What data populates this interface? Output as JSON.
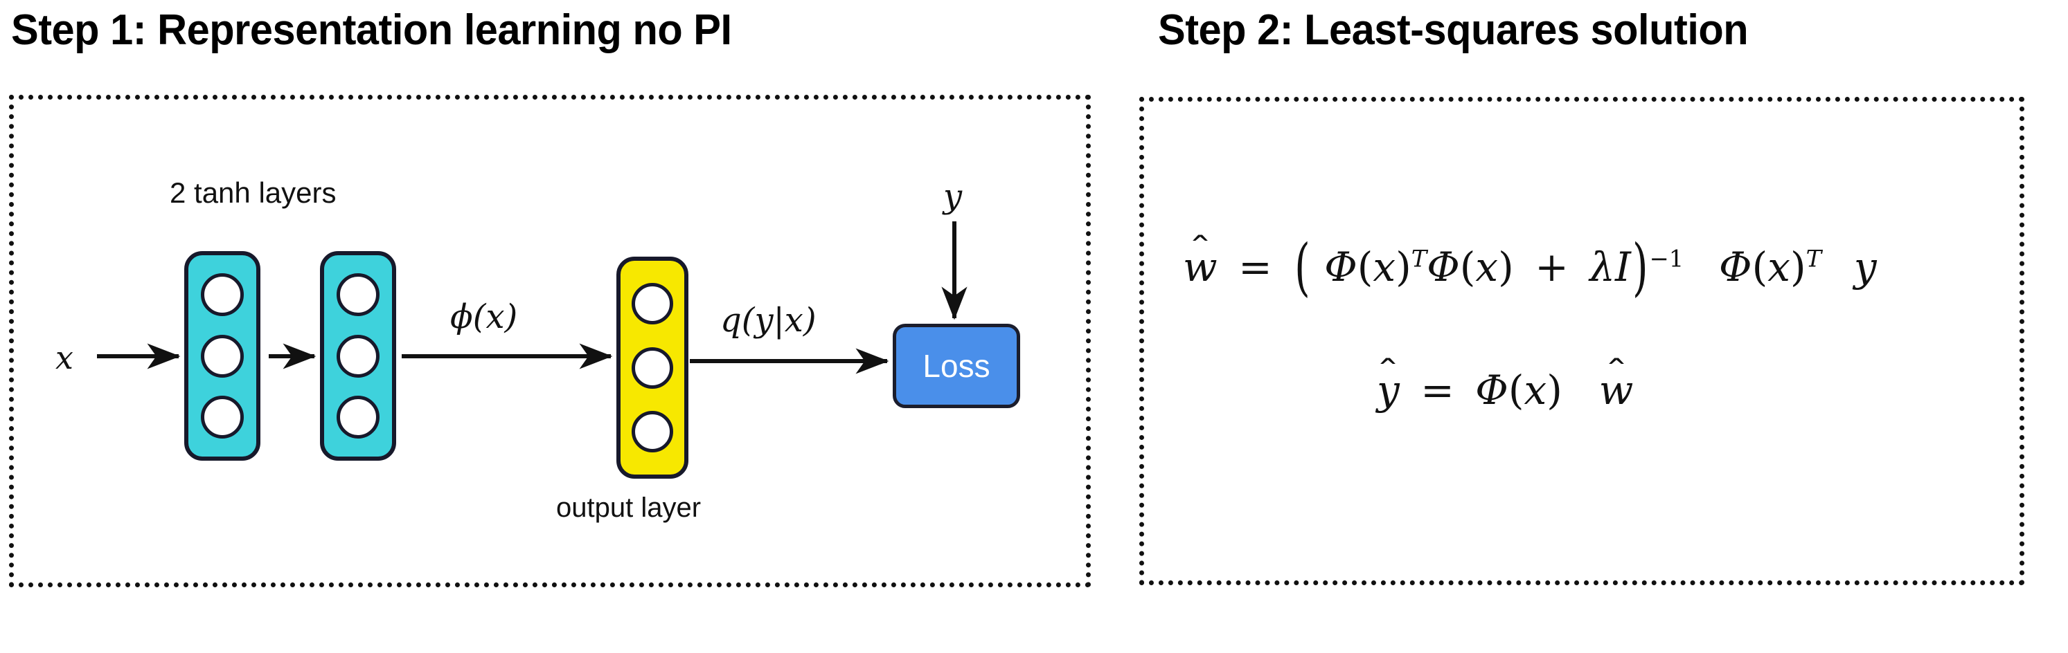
{
  "panels": {
    "left": {
      "title": "Step 1: Representation learning no PI",
      "border_color": "#111111",
      "diagram": {
        "input_label": "x",
        "hidden_layers_label": "2 tanh layers",
        "hidden_layer_color": "#3ed2dc",
        "hidden_layer_count": 2,
        "neurons_per_layer": 3,
        "feature_label": "ϕ(x)",
        "output_layer_color": "#f7e800",
        "output_layer_label": "output layer",
        "output_layer_neurons": 3,
        "prediction_label": "q(y|x)",
        "target_label": "y",
        "loss_box_label": "Loss",
        "loss_box_color": "#4a8fea",
        "loss_box_text_color": "#ffffff"
      }
    },
    "right": {
      "title": "Step 2: Least-squares solution",
      "border_color": "#111111",
      "equations": [
        {
          "name": "weight-solution",
          "plain": "ŵ = (Φ(x)^T Φ(x) + λI)^{-1} Φ(x)^T y",
          "lhs": "ŵ",
          "rhs": "(Φ(x)ᵀΦ(x) + λI)⁻¹ Φ(x)ᵀ y"
        },
        {
          "name": "prediction",
          "plain": "ŷ = Φ(x) ŵ",
          "lhs": "ŷ",
          "rhs": "Φ(x) ŵ"
        }
      ],
      "symbols": {
        "equals": "=",
        "plus": "+",
        "phi_capital": "Φ",
        "lambda": "λ",
        "identity": "I",
        "transpose": "T",
        "inverse_exponent": "−1",
        "x": "x",
        "y": "y",
        "w": "w",
        "hat": "ˆ",
        "lparen": "(",
        "rparen": ")"
      }
    }
  }
}
